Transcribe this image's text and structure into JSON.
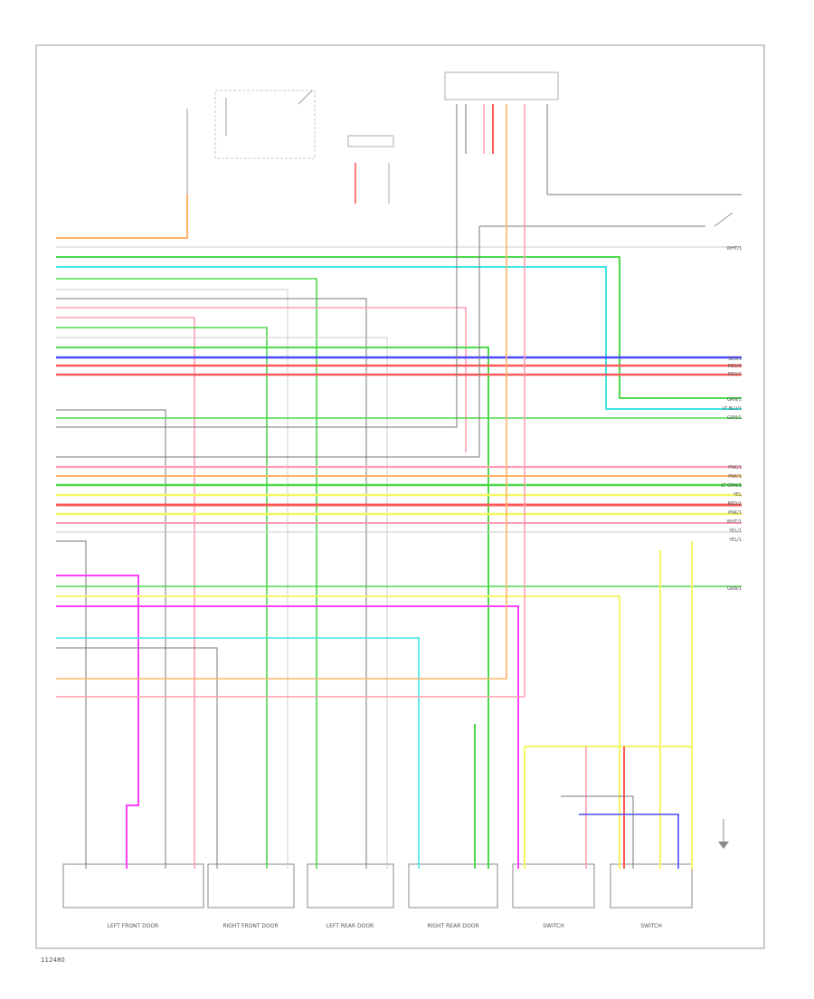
{
  "footer": {
    "code": "112480"
  },
  "right_wire_labels": [
    "BLU/1",
    "RED/1",
    "RED/1",
    "GRN/1",
    "LT BLU/1",
    "GRN/1",
    "PNK/1",
    "PNK/1",
    "LT GRN/1",
    "YEL",
    "RED/1",
    "PNK/1",
    "WHT/1",
    "YEL/1",
    "YEL/1",
    "GRN/1",
    "WHT/1"
  ],
  "components": [
    {
      "id": "lf-door",
      "caption": "LEFT FRONT DOOR"
    },
    {
      "id": "rf-door",
      "caption": "RIGHT FRONT DOOR"
    },
    {
      "id": "lr-door",
      "caption": "LEFT REAR DOOR"
    },
    {
      "id": "rr-door",
      "caption": "RIGHT REAR DOOR"
    },
    {
      "id": "switch-1",
      "caption": "SWITCH"
    },
    {
      "id": "switch-2",
      "caption": "SWITCH"
    }
  ],
  "colors": {
    "orange": "#ffb366",
    "green": "#4cd94c",
    "cyan": "#40e6e6",
    "blue": "#4a4aff",
    "red": "#ff5a5a",
    "pink": "#ff9fb0",
    "yellow": "#f5f566",
    "magenta": "#ff40ff",
    "gray": "#777777",
    "light": "#cccccc"
  }
}
